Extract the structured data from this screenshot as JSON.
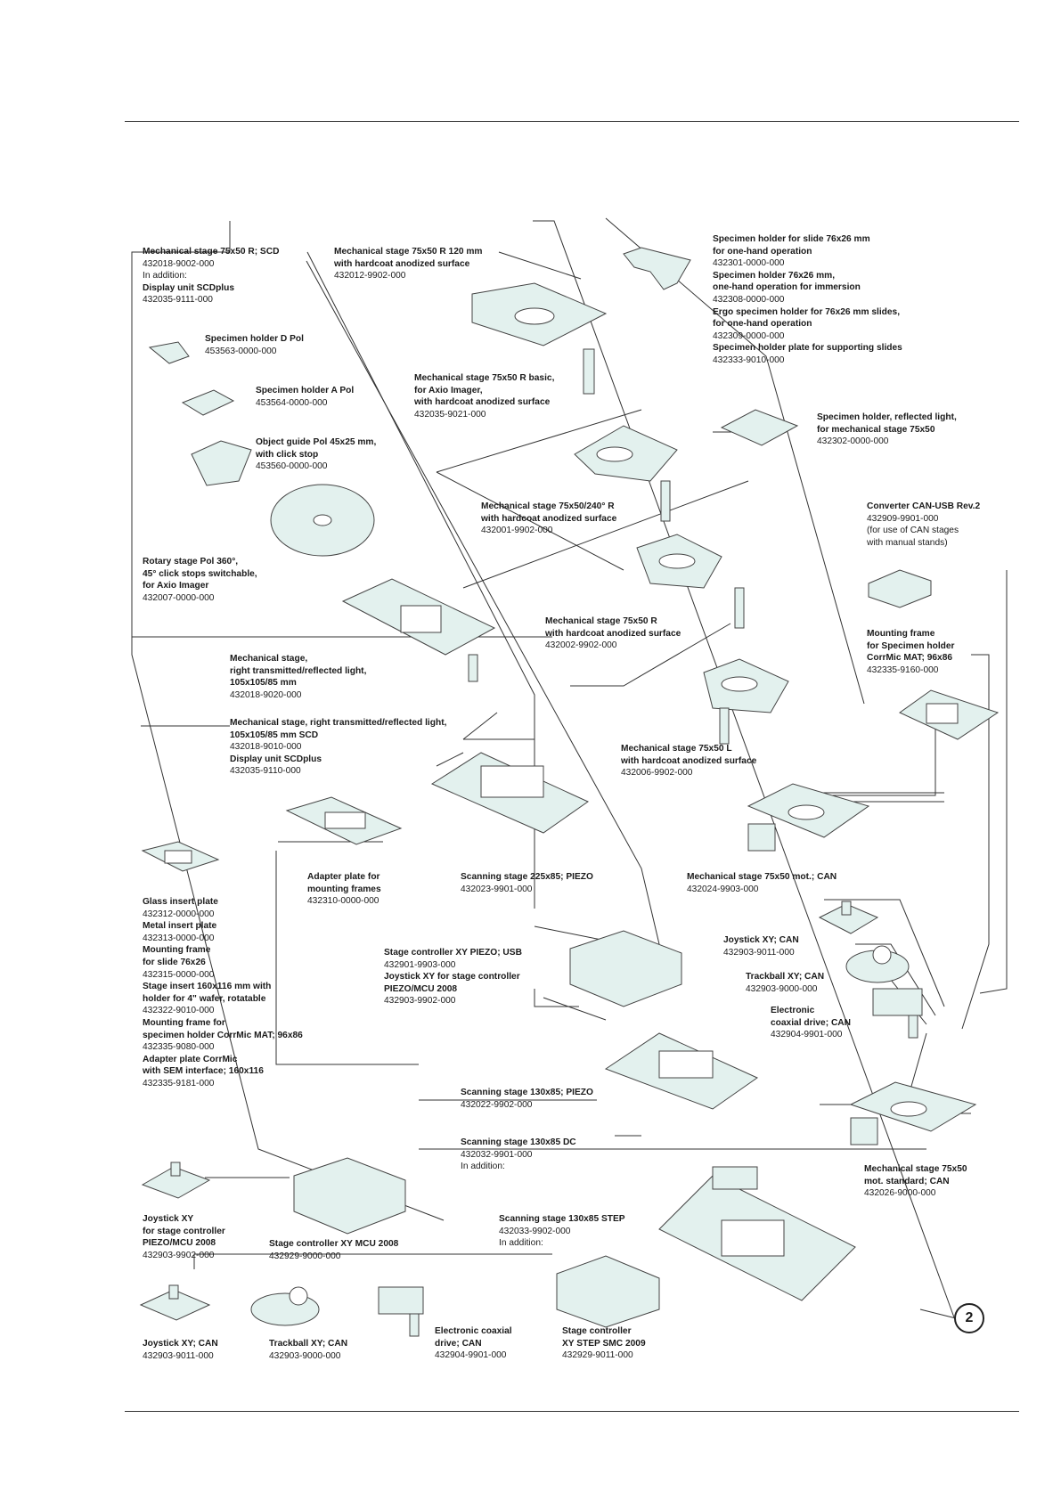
{
  "page_marker": "2",
  "labels": {
    "l1": [
      [
        "b",
        "Mechanical stage 75x50 R; SCD"
      ],
      [
        "n",
        "432018-9002-000"
      ],
      [
        "n",
        "In addition:"
      ],
      [
        "b",
        "Display unit SCDplus"
      ],
      [
        "n",
        "432035-9111-000"
      ]
    ],
    "l2": [
      [
        "b",
        "Mechanical stage 75x50 R 120 mm"
      ],
      [
        "b",
        "with hardcoat anodized surface"
      ],
      [
        "n",
        "432012-9902-000"
      ]
    ],
    "l3": [
      [
        "b",
        "Specimen holder for slide 76x26 mm"
      ],
      [
        "b",
        "for one-hand operation"
      ],
      [
        "n",
        "432301-0000-000"
      ],
      [
        "b",
        "Specimen holder 76x26 mm,"
      ],
      [
        "b",
        "one-hand operation for immersion"
      ],
      [
        "n",
        "432308-0000-000"
      ],
      [
        "b",
        "Ergo specimen holder for 76x26 mm slides,"
      ],
      [
        "b",
        "for one-hand operation"
      ],
      [
        "n",
        "432309-0000-000"
      ],
      [
        "b",
        "Specimen holder plate for supporting slides"
      ],
      [
        "n",
        "432333-9010-000"
      ]
    ],
    "l4": [
      [
        "b",
        "Specimen holder D Pol"
      ],
      [
        "n",
        "453563-0000-000"
      ]
    ],
    "l5": [
      [
        "b",
        "Specimen holder A Pol"
      ],
      [
        "n",
        "453564-0000-000"
      ]
    ],
    "l6": [
      [
        "b",
        "Mechanical stage 75x50 R basic,"
      ],
      [
        "b",
        "for Axio Imager,"
      ],
      [
        "b",
        "with hardcoat anodized surface"
      ],
      [
        "n",
        "432035-9021-000"
      ]
    ],
    "l7": [
      [
        "b",
        "Specimen holder, reflected light,"
      ],
      [
        "b",
        "for mechanical stage 75x50"
      ],
      [
        "n",
        "432302-0000-000"
      ]
    ],
    "l8": [
      [
        "b",
        "Object guide Pol 45x25 mm,"
      ],
      [
        "b",
        "with click stop"
      ],
      [
        "n",
        "453560-0000-000"
      ]
    ],
    "l9": [
      [
        "b",
        "Mechanical stage 75x50/240° R"
      ],
      [
        "b",
        "with hardcoat anodized surface"
      ],
      [
        "n",
        "432001-9902-000"
      ]
    ],
    "l10": [
      [
        "b",
        "Converter CAN-USB Rev.2"
      ],
      [
        "n",
        "432909-9901-000"
      ],
      [
        "n",
        "(for use of CAN stages"
      ],
      [
        "n",
        "with manual stands)"
      ]
    ],
    "l11": [
      [
        "b",
        "Rotary stage Pol 360°,"
      ],
      [
        "b",
        "45° click stops switchable,"
      ],
      [
        "b",
        "for Axio Imager"
      ],
      [
        "n",
        "432007-0000-000"
      ]
    ],
    "l12": [
      [
        "b",
        "Mechanical stage 75x50 R"
      ],
      [
        "b",
        "with hardcoat anodized surface"
      ],
      [
        "n",
        "432002-9902-000"
      ]
    ],
    "l13": [
      [
        "b",
        "Mounting frame"
      ],
      [
        "b",
        "for Specimen holder"
      ],
      [
        "b",
        "CorrMic MAT; 96x86"
      ],
      [
        "n",
        "432335-9160-000"
      ]
    ],
    "l14": [
      [
        "b",
        "Mechanical stage,"
      ],
      [
        "b",
        "right transmitted/reflected light,"
      ],
      [
        "b",
        "105x105/85 mm"
      ],
      [
        "n",
        "432018-9020-000"
      ]
    ],
    "l15": [
      [
        "b",
        "Mechanical stage, right transmitted/reflected light,"
      ],
      [
        "b",
        "105x105/85 mm SCD"
      ],
      [
        "n",
        "432018-9010-000"
      ],
      [
        "b",
        "Display unit SCDplus"
      ],
      [
        "n",
        "432035-9110-000"
      ]
    ],
    "l16": [
      [
        "b",
        "Mechanical stage 75x50 L"
      ],
      [
        "b",
        "with hardcoat anodized surface"
      ],
      [
        "n",
        "432006-9902-000"
      ]
    ],
    "l17": [
      [
        "b",
        "Adapter plate for"
      ],
      [
        "b",
        "mounting frames"
      ],
      [
        "n",
        "432310-0000-000"
      ]
    ],
    "l18": [
      [
        "b",
        "Scanning stage 225x85; PIEZO"
      ],
      [
        "n",
        "432023-9901-000"
      ]
    ],
    "l19": [
      [
        "b",
        "Mechanical stage 75x50 mot.; CAN"
      ],
      [
        "n",
        "432024-9903-000"
      ]
    ],
    "l20": [
      [
        "b",
        "Glass insert plate"
      ],
      [
        "n",
        "432312-0000-000"
      ],
      [
        "b",
        "Metal insert plate"
      ],
      [
        "n",
        "432313-0000-000"
      ],
      [
        "b",
        "Mounting frame"
      ],
      [
        "b",
        "for slide 76x26"
      ],
      [
        "n",
        "432315-0000-000"
      ],
      [
        "b",
        "Stage insert 160x116 mm with"
      ],
      [
        "b",
        "holder for 4\" wafer, rotatable"
      ],
      [
        "n",
        "432322-9010-000"
      ],
      [
        "b",
        "Mounting frame for"
      ],
      [
        "b",
        "specimen holder CorrMic MAT; 96x86"
      ],
      [
        "n",
        "432335-9080-000"
      ],
      [
        "b",
        "Adapter plate CorrMic"
      ],
      [
        "b",
        "with SEM interface; 160x116"
      ],
      [
        "n",
        "432335-9181-000"
      ]
    ],
    "l21": [
      [
        "b",
        "Stage controller XY PIEZO; USB"
      ],
      [
        "n",
        "432901-9903-000"
      ],
      [
        "b",
        "Joystick XY for stage controller"
      ],
      [
        "b",
        "PIEZO/MCU 2008"
      ],
      [
        "n",
        "432903-9902-000"
      ]
    ],
    "l22": [
      [
        "b",
        "Joystick XY; CAN"
      ],
      [
        "n",
        "432903-9011-000"
      ]
    ],
    "l23": [
      [
        "b",
        "Trackball XY; CAN"
      ],
      [
        "n",
        "432903-9000-000"
      ]
    ],
    "l24": [
      [
        "b",
        "Electronic"
      ],
      [
        "b",
        "coaxial drive; CAN"
      ],
      [
        "n",
        "432904-9901-000"
      ]
    ],
    "l25": [
      [
        "b",
        "Scanning stage 130x85; PIEZO"
      ],
      [
        "n",
        "432022-9902-000"
      ]
    ],
    "l26": [
      [
        "b",
        "Scanning stage 130x85 DC"
      ],
      [
        "n",
        "432032-9901-000"
      ],
      [
        "n",
        "In addition:"
      ]
    ],
    "l27": [
      [
        "b",
        "Mechanical stage 75x50"
      ],
      [
        "b",
        "mot. standard; CAN"
      ],
      [
        "n",
        "432026-9000-000"
      ]
    ],
    "l28": [
      [
        "b",
        "Joystick XY"
      ],
      [
        "b",
        "for stage controller"
      ],
      [
        "b",
        "PIEZO/MCU 2008"
      ],
      [
        "n",
        "432903-9902-000"
      ]
    ],
    "l29": [
      [
        "b",
        "Stage controller XY MCU 2008"
      ],
      [
        "n",
        "432929-9000-000"
      ]
    ],
    "l30": [
      [
        "b",
        "Scanning stage 130x85 STEP"
      ],
      [
        "n",
        "432033-9902-000"
      ],
      [
        "n",
        "In addition:"
      ]
    ],
    "l31": [
      [
        "b",
        "Joystick XY; CAN"
      ],
      [
        "n",
        "432903-9011-000"
      ]
    ],
    "l32": [
      [
        "b",
        "Trackball XY; CAN"
      ],
      [
        "n",
        "432903-9000-000"
      ]
    ],
    "l33": [
      [
        "b",
        "Electronic coaxial"
      ],
      [
        "b",
        "drive; CAN"
      ],
      [
        "n",
        "432904-9901-000"
      ]
    ],
    "l34": [
      [
        "b",
        "Stage controller"
      ],
      [
        "b",
        "XY STEP SMC 2009"
      ],
      [
        "n",
        "432929-9011-000"
      ]
    ]
  }
}
